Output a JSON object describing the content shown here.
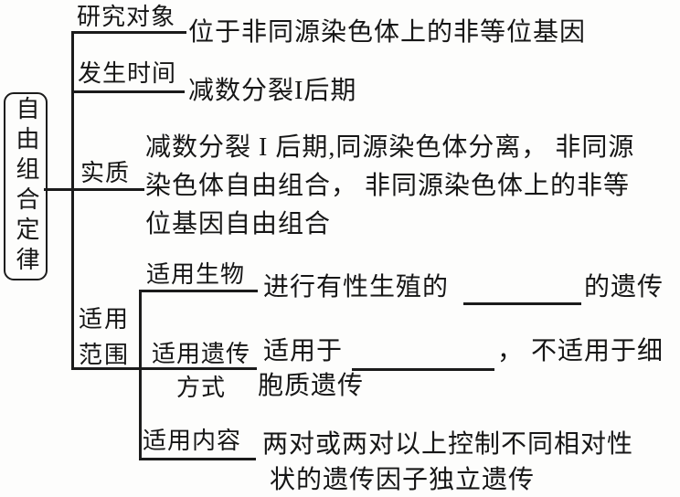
{
  "figure": {
    "root_label": "自由组合定律",
    "branches": {
      "research_object": {
        "label": "研究对象",
        "content": "位于非同源染色体上的非等位基因"
      },
      "occurrence_time": {
        "label": "发生时间",
        "content": "减数分裂I后期"
      },
      "essence": {
        "label": "实质",
        "lines": [
          "减数分裂 I 后期,同源染色体分离， 非同源",
          "染色体自由组合， 非同源染色体上的非等",
          "位基因自由组合"
        ]
      },
      "scope": {
        "label": "适用范围",
        "children": {
          "organisms": {
            "label": "适用生物",
            "before_blank": "进行有性生殖的",
            "after_blank": "的遗传"
          },
          "inheritance_mode": {
            "label": "适用遗传方式",
            "before_blank": "适用于",
            "after_blank": "， 不适用于细",
            "line2": "胞质遗传"
          },
          "content_scope": {
            "label": "适用内容",
            "lines": [
              "两对或两对以上控制不同相对性",
              "状的遗传因子独立遗传"
            ]
          }
        }
      }
    }
  }
}
